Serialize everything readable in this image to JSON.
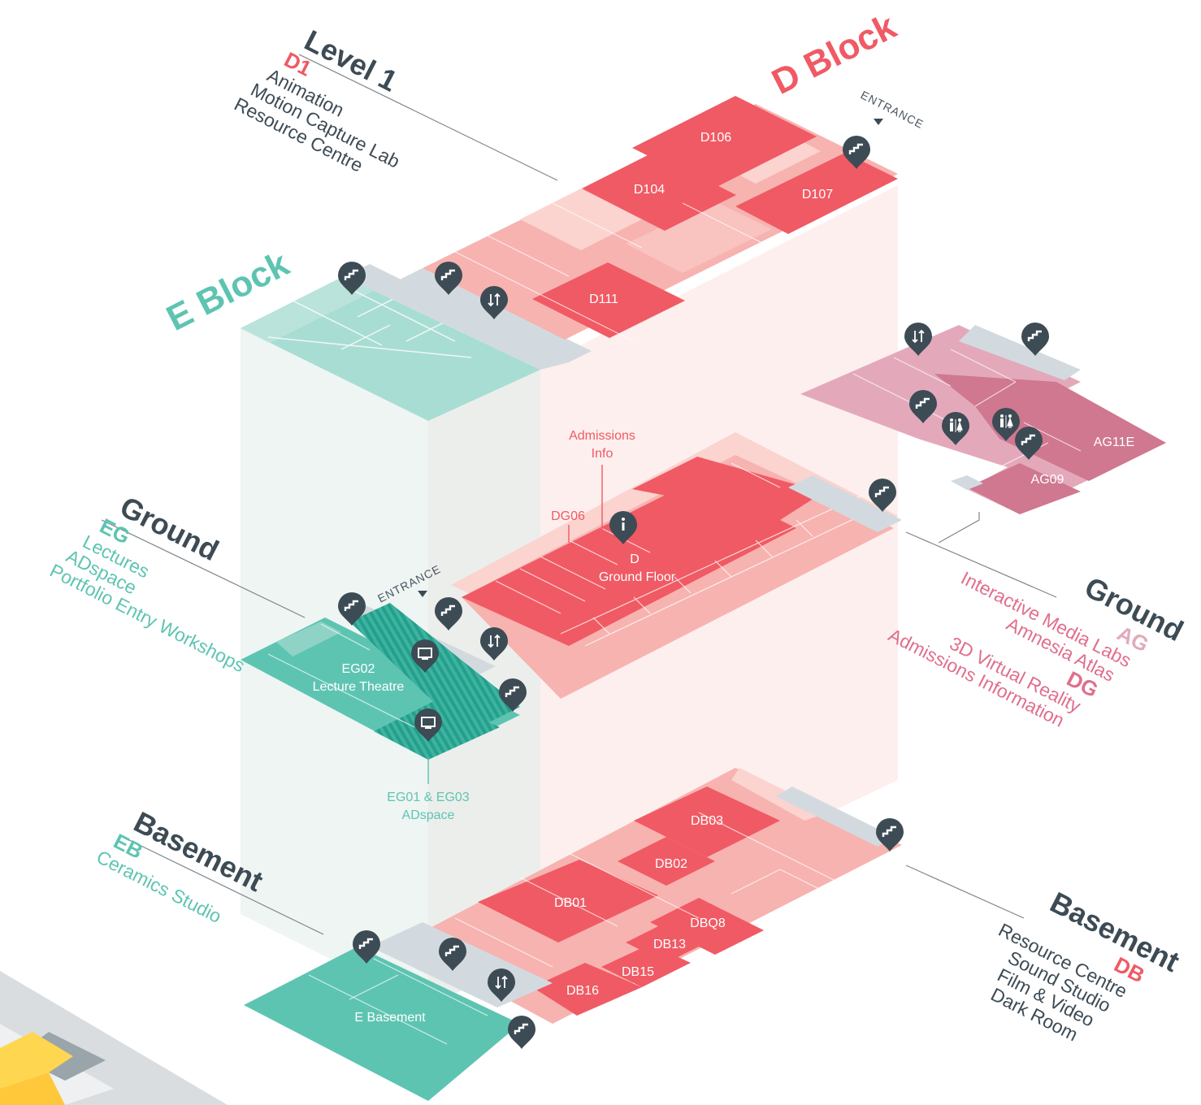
{
  "blocks": {
    "d_block": "D Block",
    "e_block": "E Block"
  },
  "level1": {
    "title": "Level 1",
    "code": "D1",
    "items": [
      "Animation",
      "Motion Capture Lab",
      "Resource Centre"
    ],
    "entrance": "ENTRANCE",
    "rooms": [
      "D106",
      "D104",
      "D107",
      "D111"
    ]
  },
  "ground_left": {
    "title": "Ground",
    "code": "EG",
    "items": [
      "Lectures",
      "ADspace",
      "Portfolio Entry Workshops"
    ],
    "entrance": "ENTRANCE",
    "room_eg02": "EG02",
    "room_eg02_name": "Lecture Theatre",
    "eg_callout_1": "EG01 & EG03",
    "eg_callout_2": "ADspace"
  },
  "ground_d": {
    "admissions_1": "Admissions",
    "admissions_2": "Info",
    "dg06": "DG06",
    "d_label": "D",
    "d_sub": "Ground Floor"
  },
  "ground_right": {
    "title": "Ground",
    "code_ag": "AG",
    "ag_items": [
      "Interactive Media Labs",
      "Amnesia Atlas"
    ],
    "code_dg": "DG",
    "dg_items": [
      "3D Virtual Reality",
      "Admissions Information"
    ],
    "rooms": [
      "AG11E",
      "AG09"
    ]
  },
  "basement_left": {
    "title": "Basement",
    "code": "EB",
    "items": [
      "Ceramics Studio"
    ],
    "room": "E Basement"
  },
  "basement_right": {
    "title": "Basement",
    "code": "DB",
    "items": [
      "Resource Centre",
      "Sound Studio",
      "Film & Video",
      "Dark Room"
    ],
    "rooms": [
      "DB03",
      "DB02",
      "DB01",
      "DBQ8",
      "DB13",
      "DB15",
      "DB16"
    ]
  },
  "colors": {
    "d_dark": "#f05a64",
    "d_light": "#f7b3b0",
    "d_pale": "#fbd3cf",
    "e_dark": "#5ec4b2",
    "e_light": "#a8ddd3",
    "a_dark": "#cf7890",
    "a_light": "#e3a9bb",
    "pin": "#3d4b55",
    "corridor": "#d3dadf",
    "text_dark": "#3d4b55",
    "red_text": "#f05a64",
    "teal_text": "#5ec4b2",
    "pink_text": "#e06f8c"
  },
  "icons": [
    "stairs-icon",
    "lift-icon",
    "toilet-icon",
    "info-icon",
    "projector-icon"
  ]
}
